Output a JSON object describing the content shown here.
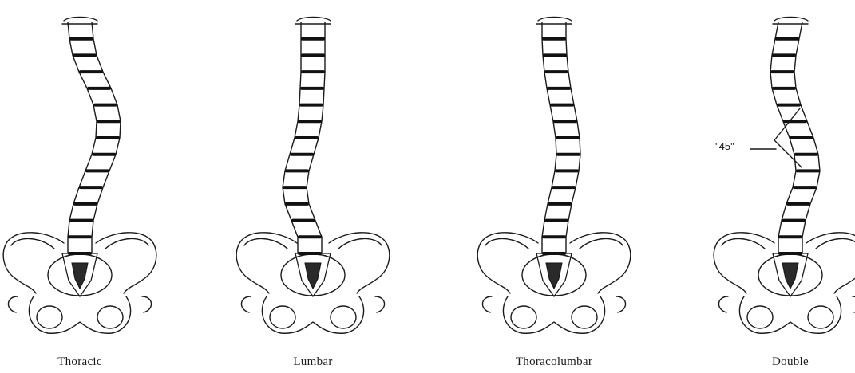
{
  "figures": [
    {
      "id": "thoracic",
      "caption": "Thoracic",
      "curve": [
        0,
        2,
        6,
        14,
        24,
        32,
        36,
        35,
        30,
        22,
        14,
        7,
        2,
        0
      ]
    },
    {
      "id": "lumbar",
      "caption": "Lumbar",
      "curve": [
        0,
        0,
        0,
        0,
        -1,
        -2,
        -4,
        -8,
        -14,
        -20,
        -23,
        -20,
        -12,
        -4
      ]
    },
    {
      "id": "thoracolumbar",
      "caption": "Thoracolumbar",
      "curve": [
        0,
        0,
        1,
        3,
        6,
        10,
        14,
        17,
        18,
        16,
        12,
        7,
        3,
        0
      ]
    },
    {
      "id": "double",
      "caption": "Double",
      "curve": [
        0,
        -4,
        -8,
        -10,
        -8,
        -2,
        6,
        14,
        20,
        22,
        18,
        10,
        4,
        0
      ]
    }
  ],
  "annotation": {
    "angle_label": "\"45\""
  },
  "colors": {
    "ink": "#1a1a1a",
    "background": "#ffffff"
  }
}
